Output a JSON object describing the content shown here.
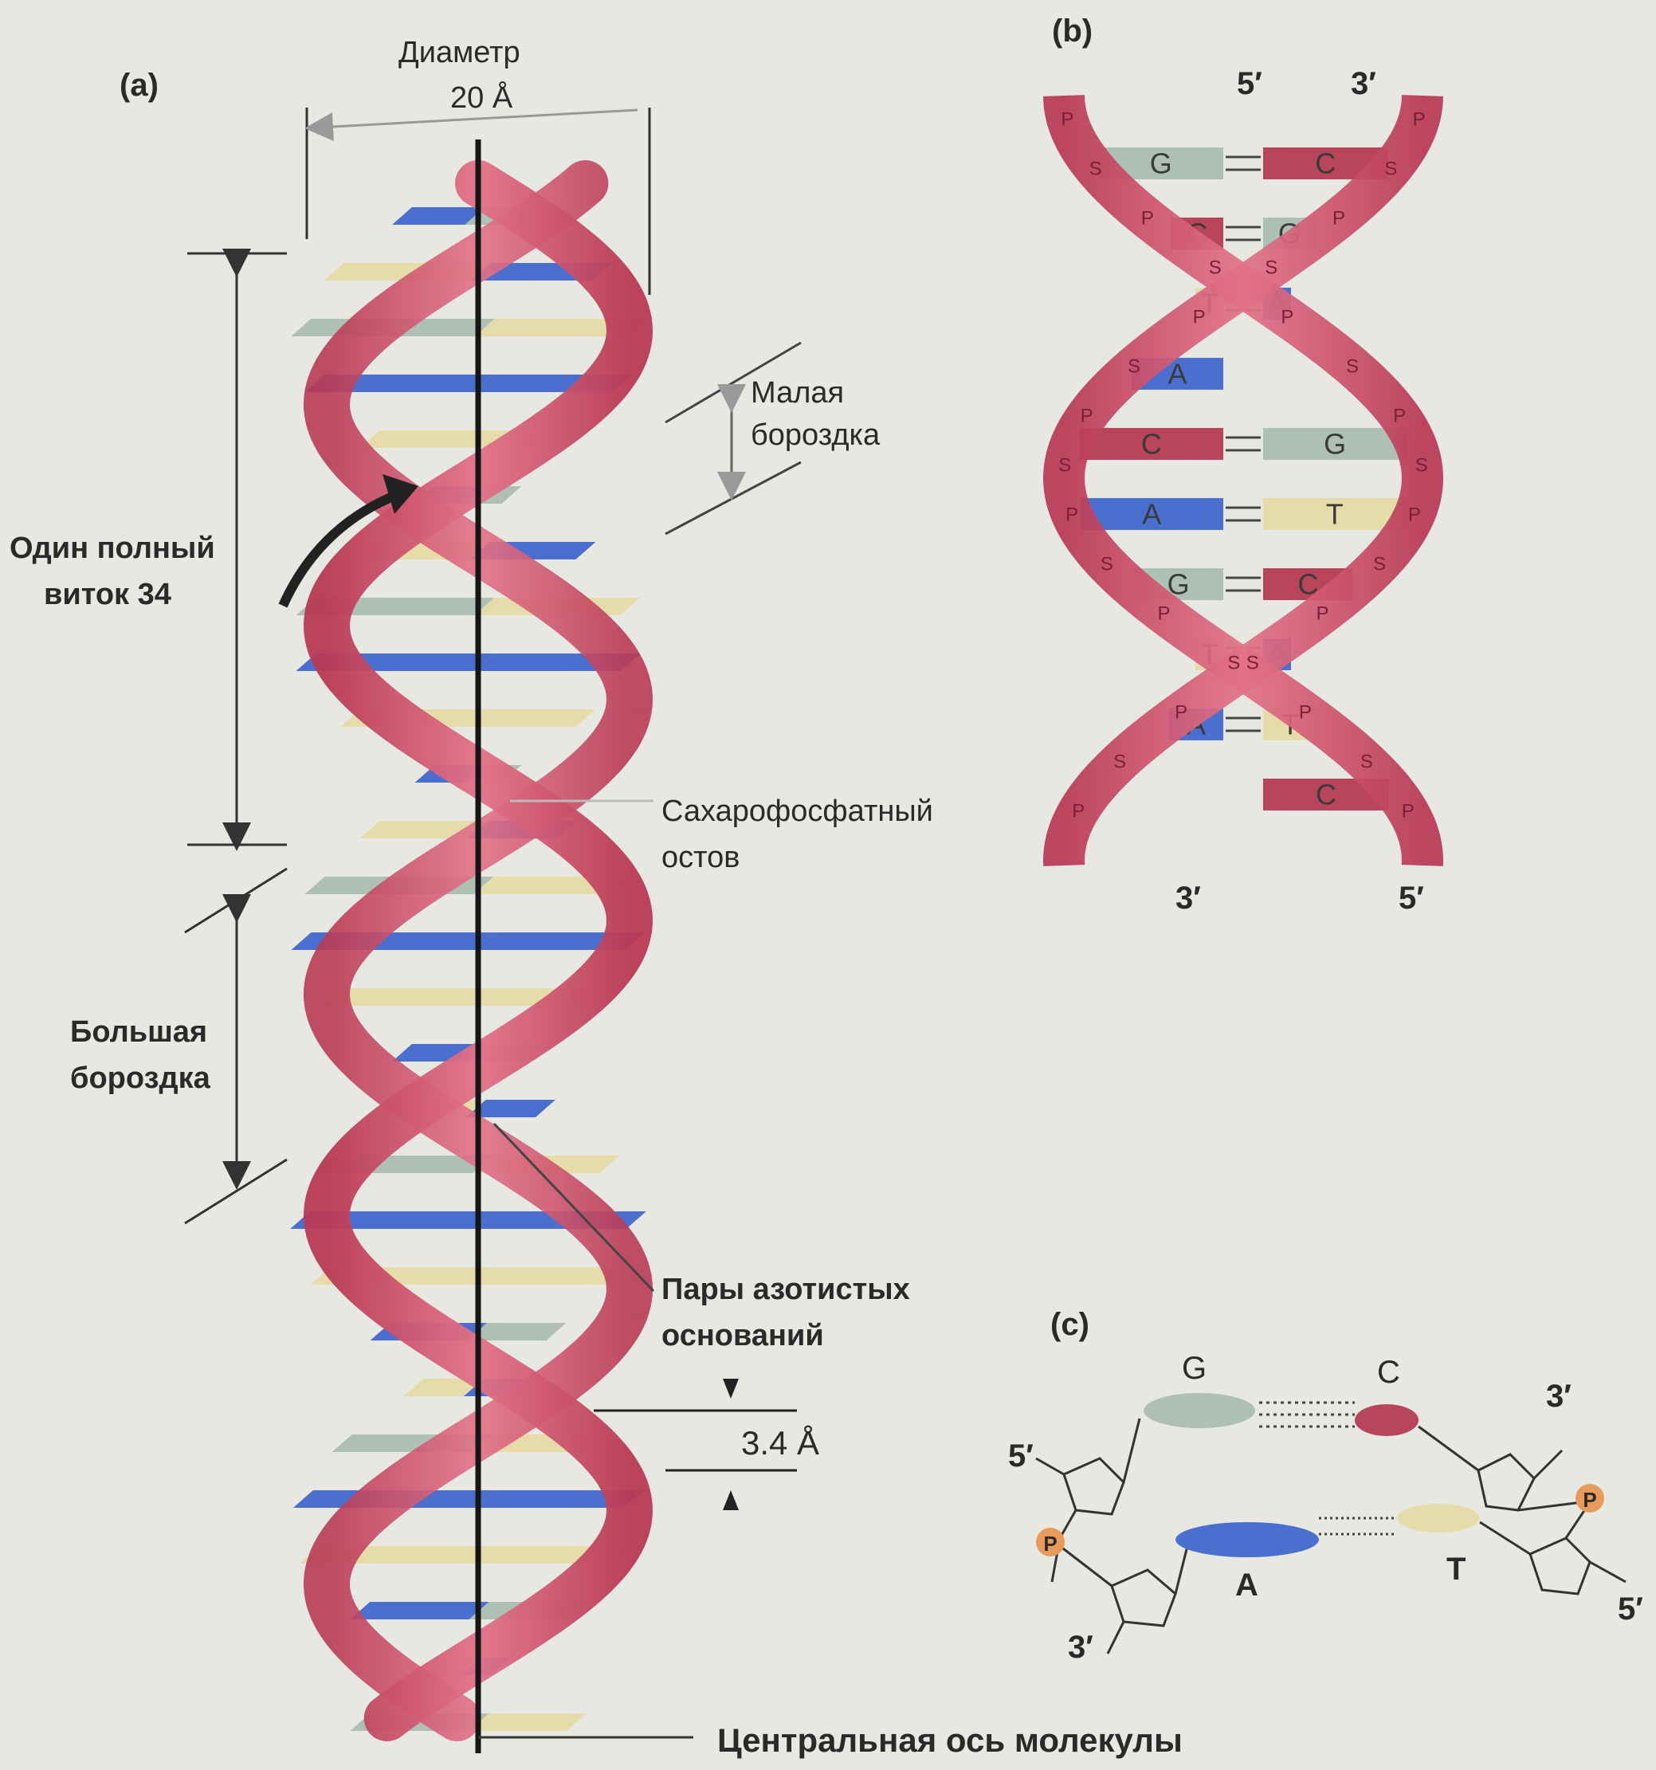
{
  "panels": {
    "a": "(a)",
    "b": "(b)",
    "c": "(c)"
  },
  "panel_a": {
    "diameter_label": "Диаметр",
    "diameter_value": "20 Å",
    "minor_groove_line1": "Малая",
    "minor_groove_line2": "бороздка",
    "full_turn_line1": "Один полный",
    "full_turn_line2": "виток 34",
    "backbone_line1": "Сахарофосфатный",
    "backbone_line2": "остов",
    "major_groove_line1": "Большая",
    "major_groove_line2": "бороздка",
    "base_pairs_line1": "Пары азотистых",
    "base_pairs_line2": "оснований",
    "rise_value": "3.4 Å",
    "axis_label": "Центральная ось молекулы"
  },
  "panel_b": {
    "top_left_end": "5′",
    "top_right_end": "3′",
    "bottom_left_end": "3′",
    "bottom_right_end": "5′",
    "pairs": [
      {
        "left": "G",
        "right": "C"
      },
      {
        "left": "C",
        "right": "G"
      },
      {
        "left": "T",
        "right": "A"
      },
      {
        "left": "A",
        "right": ""
      },
      {
        "left": "C",
        "right": "G"
      },
      {
        "left": "A",
        "right": "T"
      },
      {
        "left": "G",
        "right": "C"
      },
      {
        "left": "T",
        "right": "A"
      },
      {
        "left": "A",
        "right": "T"
      },
      {
        "left": "",
        "right": "C"
      }
    ],
    "backbone_letters": [
      "P",
      "S"
    ]
  },
  "panel_c": {
    "base_g": "G",
    "base_c": "C",
    "base_a": "A",
    "base_t": "T",
    "end_top_left": "5′",
    "end_top_right": "3′",
    "end_bottom_left": "3′",
    "end_bottom_right": "5′",
    "phosphate": "P"
  },
  "colors": {
    "background": "#e8e8e3",
    "strand": "#d4566e",
    "strand_dark": "#a8324a",
    "adenine": "#4a6fcf",
    "thymine": "#e6dcaa",
    "guanine": "#aebfb4",
    "cytosine": "#b8455a",
    "phosphate": "#e89a5a"
  }
}
